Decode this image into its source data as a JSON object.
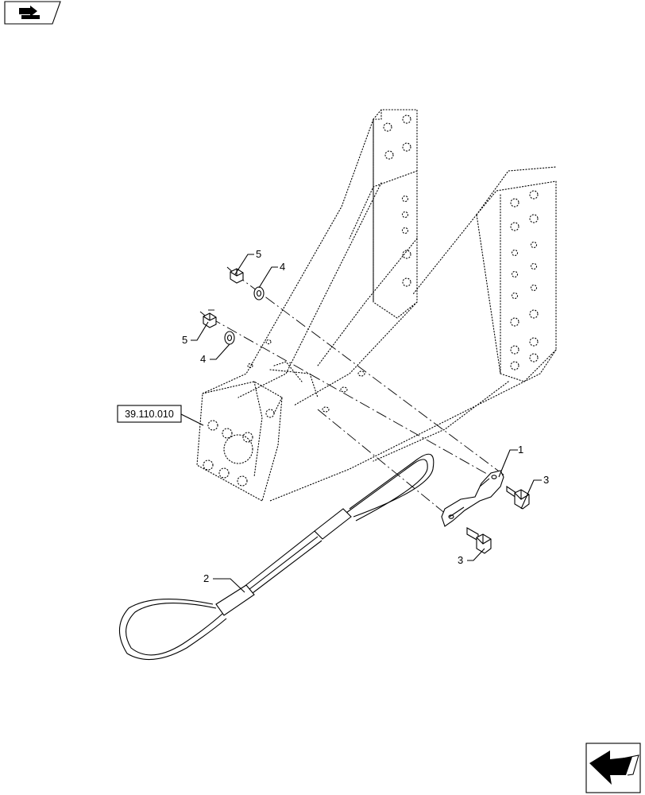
{
  "reference": {
    "text": "39.110.010"
  },
  "callouts": [
    {
      "id": "1",
      "text": "1"
    },
    {
      "id": "2",
      "text": "2"
    },
    {
      "id": "3a",
      "text": "3"
    },
    {
      "id": "3b",
      "text": "3"
    },
    {
      "id": "4a",
      "text": "4"
    },
    {
      "id": "4b",
      "text": "4"
    },
    {
      "id": "5a",
      "text": "5"
    },
    {
      "id": "5b",
      "text": "5"
    }
  ],
  "icons": {
    "top_left": "parts-folder-nav-icon",
    "bottom_right": "next-page-arrow-icon"
  }
}
